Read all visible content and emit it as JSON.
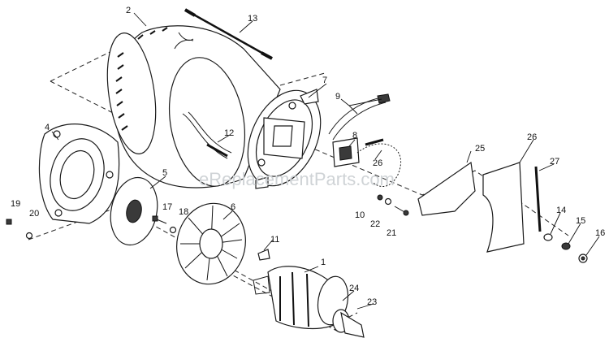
{
  "watermark": "eReplacementParts.com",
  "callouts": [
    "1",
    "2",
    "4",
    "5",
    "6",
    "7",
    "8",
    "9",
    "10",
    "11",
    "12",
    "13",
    "14",
    "15",
    "16",
    "17",
    "18",
    "19",
    "20",
    "21",
    "22",
    "23",
    "24",
    "25",
    "26",
    "26",
    "27"
  ]
}
